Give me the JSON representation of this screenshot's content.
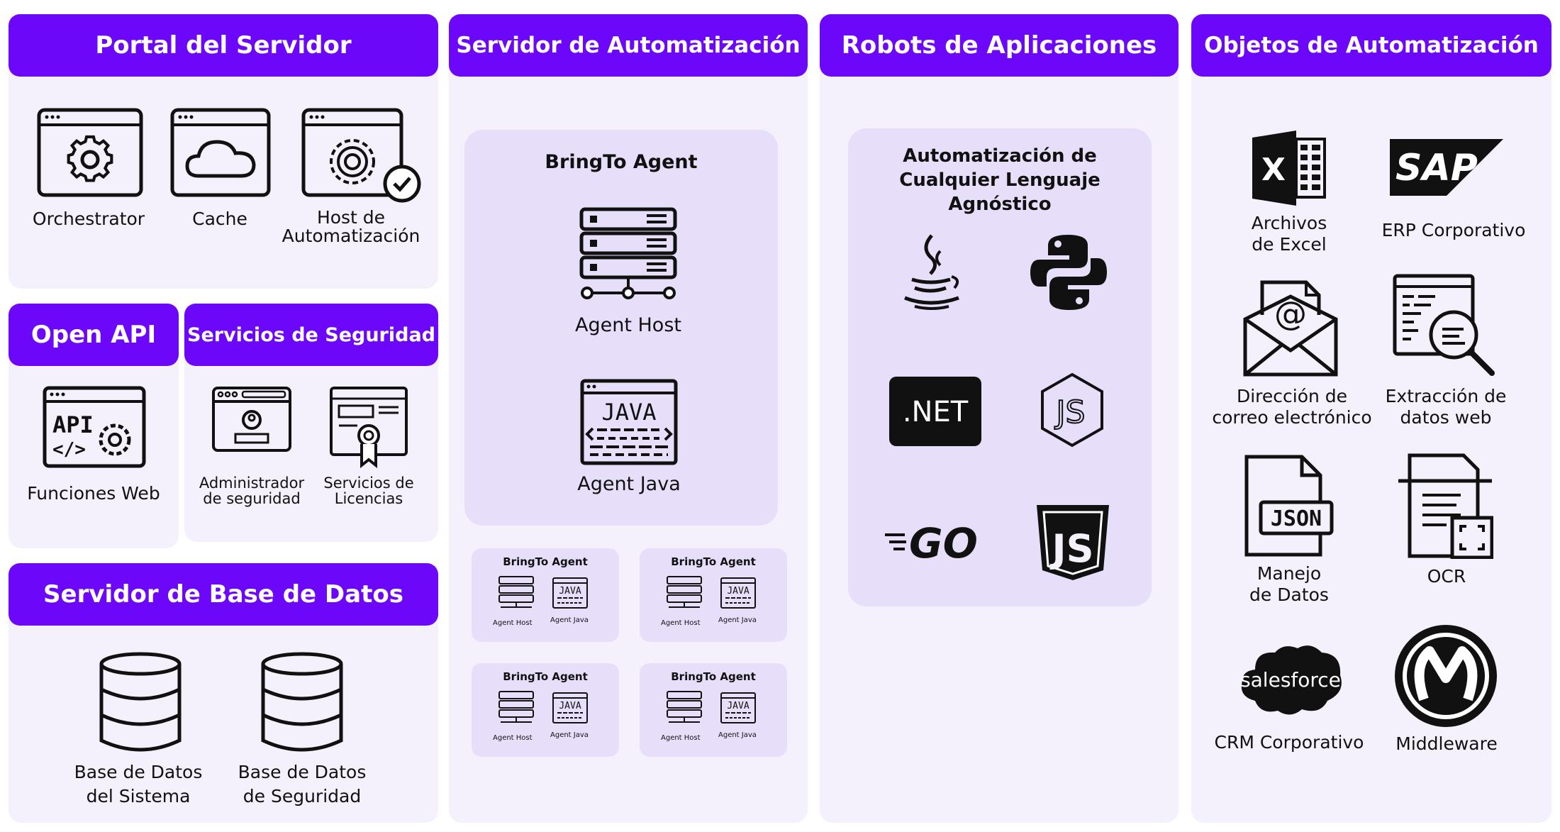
{
  "columns": {
    "portal": {
      "title": "Portal del Servidor"
    },
    "server": {
      "title": "Servidor de Automatización"
    },
    "robots": {
      "title": "Robots de Aplicaciones"
    },
    "objects": {
      "title": "Objetos de Automatización"
    }
  },
  "portal_items": {
    "orchestrator": "Orchestrator",
    "cache": "Cache",
    "host": "Host de\nAutomatización"
  },
  "open_api": {
    "title": "Open API",
    "item": "Funciones Web"
  },
  "security": {
    "title": "Servicios de Seguridad",
    "admin": "Administrador\nde seguridad",
    "licenses": "Servicios de\nLicencias"
  },
  "database": {
    "title": "Servidor de Base de Datos",
    "system_db": "Base de Datos\ndel Sistema",
    "security_db": "Base de Datos\nde Seguridad"
  },
  "agent": {
    "title": "BringTo Agent",
    "host": "Agent Host",
    "java": "Agent Java",
    "java_icon_text": "JAVA"
  },
  "agent_cards": [
    {
      "title": "BringTo Agent",
      "host": "Agent Host",
      "java": "Agent Java"
    },
    {
      "title": "BringTo Agent",
      "host": "Agent Host",
      "java": "Agent Java"
    },
    {
      "title": "BringTo Agent",
      "host": "Agent Host",
      "java": "Agent Java"
    },
    {
      "title": "BringTo Agent",
      "host": "Agent Host",
      "java": "Agent Java"
    }
  ],
  "robots": {
    "heading": "Automatización de\nCualquier Lenguaje\nAgnóstico",
    "dotnet": ".NET",
    "go": "GO",
    "js": "JS"
  },
  "objects": {
    "excel": "Archivos\nde Excel",
    "sap": "ERP Corporativo",
    "sap_logo": "SAP",
    "email": "Dirección de\ncorreo electrónico",
    "web": "Extracción de\ndatos web",
    "json": "Manejo\nde Datos",
    "json_logo": "JSON",
    "ocr": "OCR",
    "crm": "CRM Corporativo",
    "crm_logo": "salesforce",
    "middleware": "Middleware"
  },
  "colors": {
    "accent": "#6d07fa",
    "panel": "#f4f1fc",
    "inner": "#e7dffa"
  },
  "icons": [
    "gear-window-icon",
    "cloud-window-icon",
    "automation-host-icon",
    "api-icon",
    "admin-window-icon",
    "certificate-icon",
    "database-icon",
    "server-rack-icon",
    "java-window-icon",
    "java-icon",
    "python-icon",
    "dotnet-icon",
    "nodejs-icon",
    "go-icon",
    "javascript-icon",
    "excel-icon",
    "sap-icon",
    "email-icon",
    "web-extraction-icon",
    "json-icon",
    "ocr-icon",
    "salesforce-icon",
    "mulesoft-icon"
  ]
}
